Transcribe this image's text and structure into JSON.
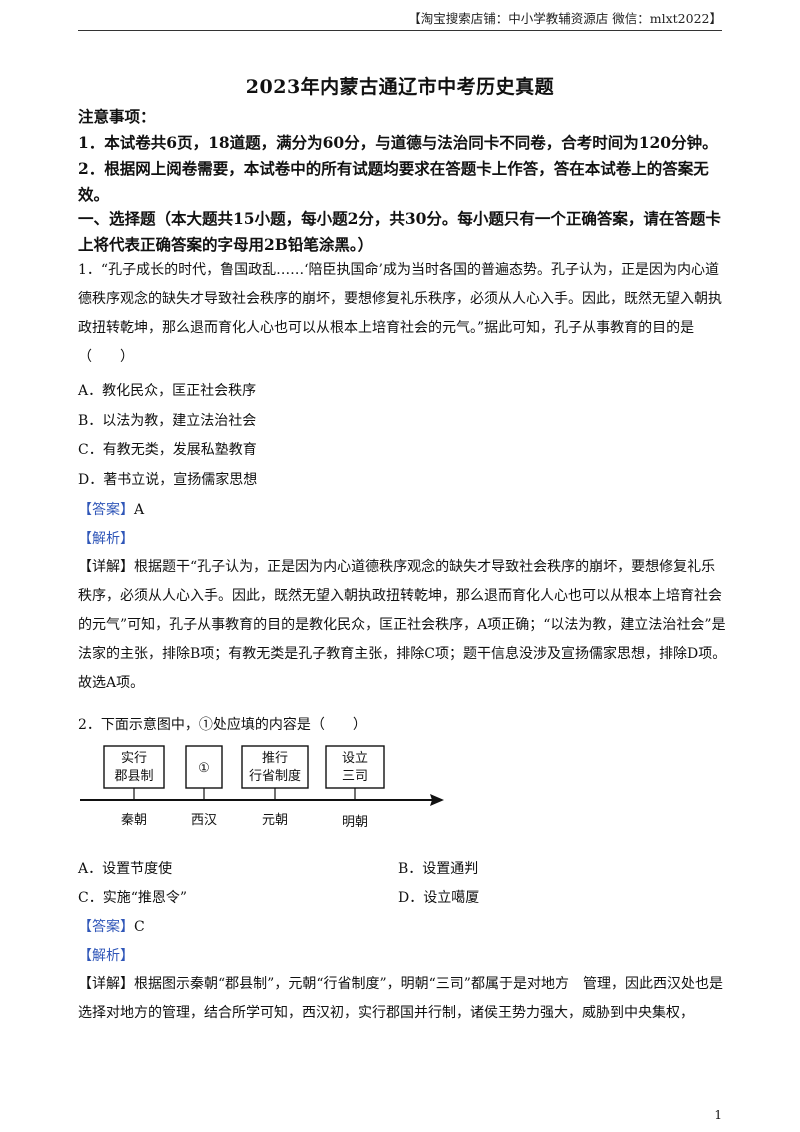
{
  "header": {
    "shop": "【淘宝搜索店铺：中小学教辅资源店 微信：mlxt2022】"
  },
  "title": "2023年内蒙古通辽市中考历史真题",
  "notes": {
    "heading": "注意事项：",
    "item1": "1．本试卷共6页，18道题，满分为60分，与道德与法治同卡不同卷，合考时间为120分钟。",
    "item2": "2．根据网上阅卷需要，本试卷中的所有试题均要求在答题卡上作答，答在本试卷上的答案无效。"
  },
  "section1": "一、选择题（本大题共15小题，每小题2分，共30分。每小题只有一个正确答案，请在答题卡上将代表正确答案的字母用2B铅笔涂黑。）",
  "q1": {
    "stem": "1．“孔子成长的时代，鲁国政乱……‘陪臣执国命’成为当时各国的普遍态势。孔子认为，正是因为内心道德秩序观念的缺失才导致社会秩序的崩坏，要想修复礼乐秩序，必须从人心入手。因此，既然无望入朝执政扭转乾坤，那么退而育化人心也可以从根本上培育社会的元气。”据此可知，孔子从事教育的目的是（　　）",
    "options": [
      "A．教化民众，匡正社会秩序",
      "B．以法为教，建立法治社会",
      "C．有教无类，发展私塾教育",
      "D．著书立说，宣扬儒家思想"
    ],
    "answer_tag": "【答案】",
    "answer": "A",
    "analysis_tag": "【解析】",
    "detail_tag": "【详解】",
    "detail": "根据题干“孔子认为，正是因为内心道德秩序观念的缺失才导致社会秩序的崩坏，要想修复礼乐秩序，必须从人心入手。因此，既然无望入朝执政扭转乾坤，那么退而育化人心也可以从根本上培育社会的元气”可知，孔子从事教育的目的是教化民众，匡正社会秩序，A项正确；“以法为教，建立法治社会”是法家的主张，排除B项；有教无类是孔子教育主张，排除C项；题干信息没涉及宣扬儒家思想，排除D项。故选A项。"
  },
  "q2": {
    "stem": "2．下面示意图中，①处应填的内容是（　　）",
    "diagram": {
      "boxes": [
        [
          "实行",
          "郡县制"
        ],
        [
          "①"
        ],
        [
          "推行",
          "行省制度"
        ],
        [
          "设立",
          "三司"
        ]
      ],
      "labels": [
        "秦朝",
        "西汉",
        "元朝",
        "明朝"
      ]
    },
    "options": [
      "A．设置节度使",
      "B．设置通判",
      "C．实施“推恩令”",
      "D．设立噶厦"
    ],
    "answer_tag": "【答案】",
    "answer": "C",
    "analysis_tag": "【解析】",
    "detail_tag": "【详解】",
    "detail": "根据图示秦朝“郡县制”，元朝“行省制度”，明朝“三司”都属于是对地方　管理，因此西汉处也是选择对地方的管理，结合所学可知，西汉初，实行郡国并行制，诸侯王势力强大，威胁到中央集权，"
  },
  "page_number": "1"
}
